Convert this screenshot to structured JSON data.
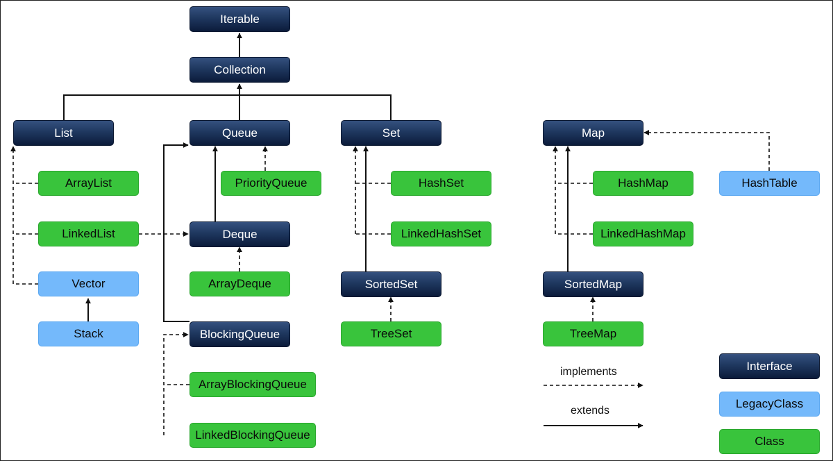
{
  "colors": {
    "interface": "#1f3860",
    "legacy_class": "#74b9fb",
    "class": "#39c43c",
    "line": "#111111"
  },
  "nodes": {
    "iterable": "Iterable",
    "collection": "Collection",
    "list": "List",
    "queue": "Queue",
    "set": "Set",
    "map": "Map",
    "arraylist": "ArrayList",
    "linkedlist": "LinkedList",
    "vector": "Vector",
    "stack": "Stack",
    "priorityqueue": "PriorityQueue",
    "deque": "Deque",
    "arraydeque": "ArrayDeque",
    "blockingqueue": "BlockingQueue",
    "arrayblockingqueue": "ArrayBlockingQueue",
    "linkedblockingqueue": "LinkedBlockingQueue",
    "hashset": "HashSet",
    "linkedhashset": "LinkedHashSet",
    "sortedset": "SortedSet",
    "treeset": "TreeSet",
    "hashmap": "HashMap",
    "linkedhashmap": "LinkedHashMap",
    "sortedmap": "SortedMap",
    "treemap": "TreeMap",
    "hashtable": "HashTable"
  },
  "legend": {
    "implements": "implements",
    "extends": "extends",
    "interface": "Interface",
    "legacy_class": "LegacyClass",
    "class": "Class"
  }
}
